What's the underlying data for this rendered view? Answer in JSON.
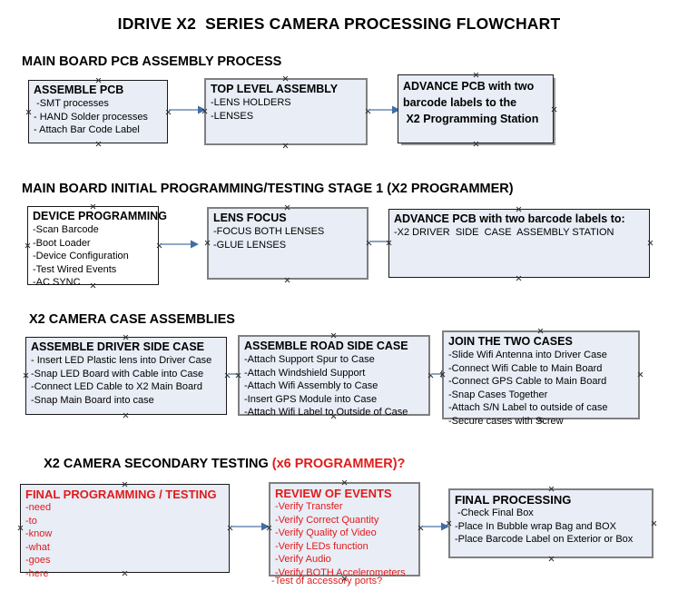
{
  "page": {
    "title": "IDRIVE X2  SERIES CAMERA PROCESSING FLOWCHART",
    "background": "#ffffff",
    "box_fill": "#e8edf6",
    "box_border": "#1a1a1a",
    "gray_border": "#808080",
    "accent_red": "#e01b1b",
    "arrow_color": "#6a8cb5"
  },
  "sections": [
    {
      "heading": "MAIN BOARD PCB ASSEMBLY PROCESS",
      "heading_suffix": "",
      "boxes": [
        {
          "title": "ASSEMBLE PCB",
          "lines": [
            " -SMT processes",
            "- HAND Solder processes",
            "- Attach Bar Code Label"
          ]
        },
        {
          "title": "TOP LEVEL ASSEMBLY",
          "lines": [
            "-LENS HOLDERS",
            "-LENSES"
          ]
        },
        {
          "title_lines": [
            "ADVANCE PCB with two",
            "barcode labels to the",
            " X2 Programming Station"
          ],
          "lines": []
        }
      ]
    },
    {
      "heading": "MAIN BOARD INITIAL PROGRAMMING/TESTING STAGE 1 (X2 PROGRAMMER)",
      "heading_suffix": "",
      "boxes": [
        {
          "title": "DEVICE PROGRAMMING",
          "lines": [
            "-Scan Barcode",
            "-Boot Loader",
            "-Device Configuration",
            "-Test Wired Events",
            "-AC SYNC"
          ]
        },
        {
          "title": "LENS FOCUS",
          "lines": [
            "-FOCUS BOTH LENSES",
            "-GLUE LENSES"
          ]
        },
        {
          "title": "ADVANCE PCB with two barcode labels to:",
          "lines": [
            "-X2 DRIVER  SIDE  CASE  ASSEMBLY STATION"
          ]
        }
      ]
    },
    {
      "heading": "X2 CAMERA CASE ASSEMBLIES",
      "heading_suffix": "",
      "boxes": [
        {
          "title": "ASSEMBLE DRIVER SIDE CASE",
          "lines": [
            "- Insert LED Plastic lens into Driver Case",
            "-Snap LED Board with Cable into Case",
            "-Connect LED Cable to X2 Main Board",
            "-Snap Main Board into case"
          ]
        },
        {
          "title": "ASSEMBLE ROAD SIDE CASE",
          "lines": [
            "-Attach Support Spur to Case",
            "-Attach Windshield Support",
            "-Attach Wifi Assembly to Case",
            "-Insert GPS Module into Case",
            "-Attach Wifi Label to Outside of Case"
          ]
        },
        {
          "title": "JOIN THE TWO CASES",
          "lines": [
            "-Slide Wifi Antenna into Driver Case",
            "-Connect Wifi Cable to Main Board",
            "-Connect GPS Cable to Main Board",
            "-Snap Cases Together",
            "-Attach S/N Label to outside of case",
            "-Secure cases with Screw"
          ]
        }
      ]
    },
    {
      "heading": "X2 CAMERA SECONDARY TESTING ",
      "heading_suffix": "(x6 PROGRAMMER)?",
      "boxes": [
        {
          "title": "FINAL PROGRAMMING / TESTING",
          "lines": [
            "-need",
            "-to",
            "-know",
            "-what",
            "-goes",
            "-here"
          ]
        },
        {
          "title": "REVIEW OF EVENTS",
          "lines": [
            "-Verify Transfer",
            "-Verify Correct Quantity",
            "-Verify Quality of Video",
            "-Verify LEDs function",
            "-Verify Audio",
            "-Verify BOTH Accelerometers"
          ],
          "overflow_line": "-Test of accessory ports?"
        },
        {
          "title": "FINAL PROCESSING",
          "lines": [
            " -Check Final Box",
            "-Place In Bubble wrap Bag and BOX",
            "-Place Barcode Label on Exterior or Box"
          ]
        }
      ]
    }
  ]
}
